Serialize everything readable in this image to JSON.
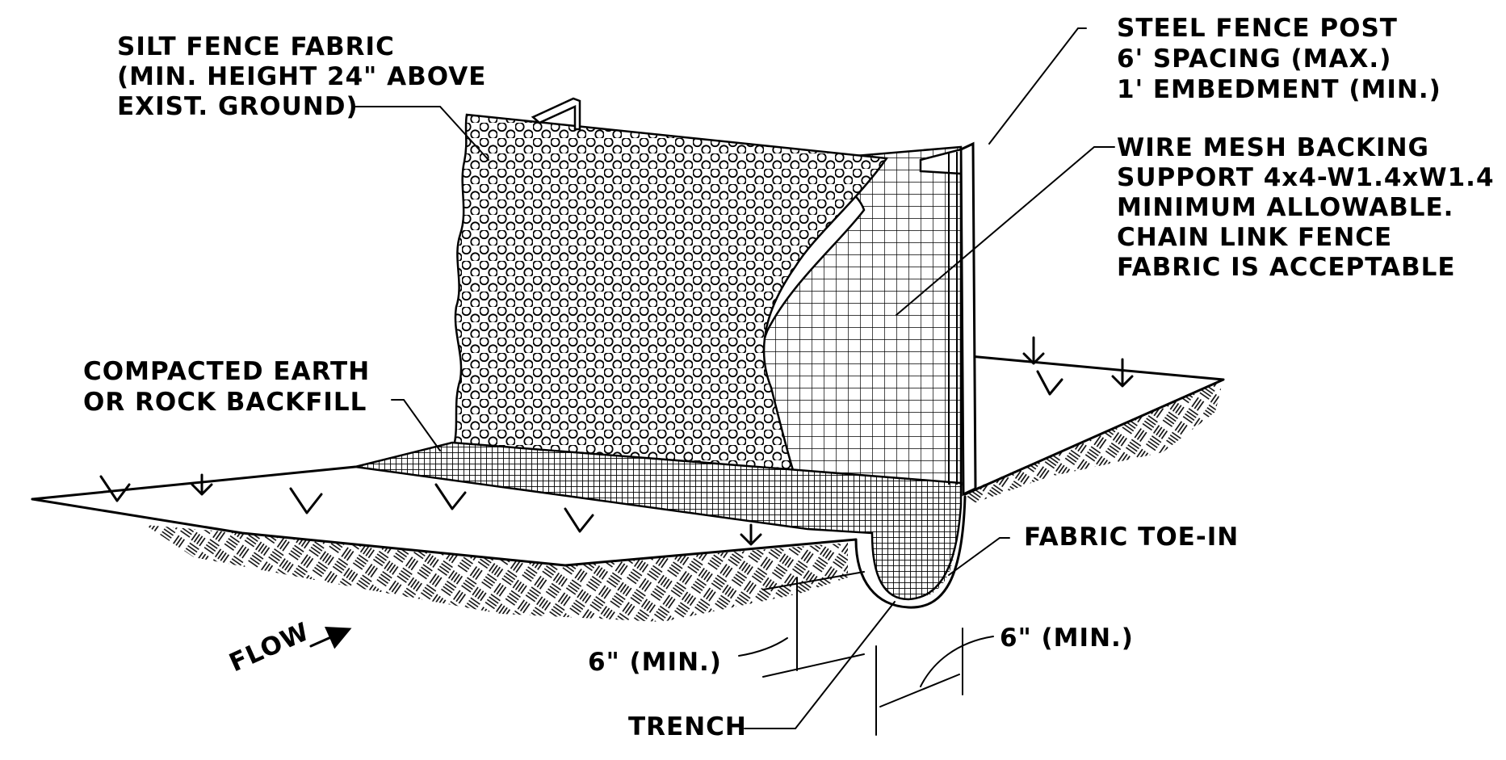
{
  "labels": {
    "silt_fence_fabric": [
      "SILT FENCE FABRIC",
      "(MIN. HEIGHT 24\" ABOVE",
      "EXIST. GROUND)"
    ],
    "steel_fence_post": [
      "STEEL FENCE POST",
      "6' SPACING (MAX.)",
      "1' EMBEDMENT (MIN.)"
    ],
    "wire_mesh_backing": [
      "WIRE MESH BACKING",
      "SUPPORT 4x4-W1.4xW1.4",
      "MINIMUM ALLOWABLE.",
      "CHAIN LINK FENCE",
      "FABRIC IS ACCEPTABLE"
    ],
    "compacted_earth": [
      "COMPACTED EARTH",
      "OR ROCK BACKFILL"
    ],
    "fabric_toe_in": "FABRIC TOE-IN",
    "flow": "FLOW",
    "depth_dim": "6\" (MIN.)",
    "width_dim": "6\" (MIN.)",
    "trench": "TRENCH"
  }
}
